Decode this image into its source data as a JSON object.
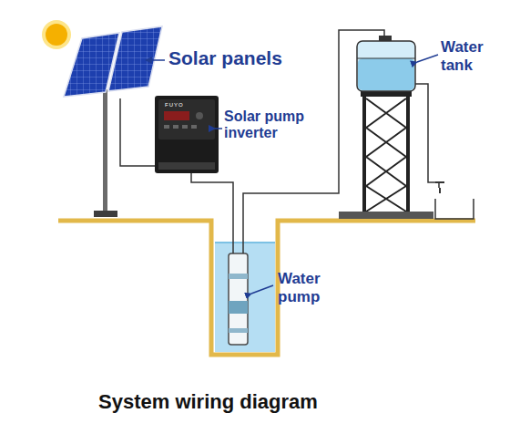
{
  "diagram": {
    "caption": "System wiring diagram",
    "nodes": [
      {
        "text": [
          "Solar panels"
        ]
      },
      {
        "text": [
          "Solar pump inverter"
        ]
      },
      {
        "text": [
          "Water tank"
        ]
      },
      {
        "text": [
          "Water pump"
        ]
      }
    ],
    "edges": [
      {
        "from": 0,
        "to": 1,
        "arrow": "none"
      },
      {
        "from": 1,
        "to": 3,
        "arrow": "none"
      },
      {
        "from": 3,
        "to": 2,
        "arrow": "none"
      }
    ],
    "labels": [
      "FUYO"
    ]
  }
}
